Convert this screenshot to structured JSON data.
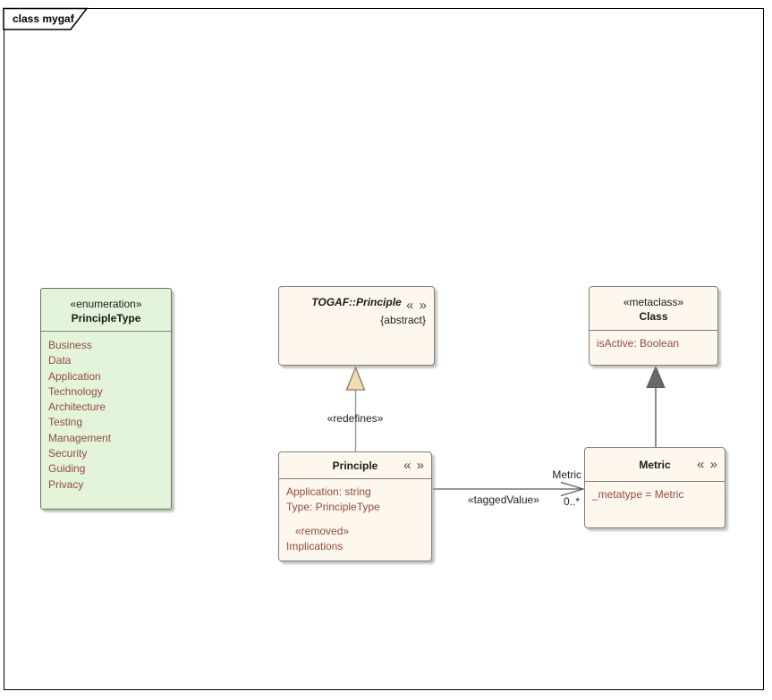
{
  "frame": {
    "title": "class mygaf"
  },
  "enumeration": {
    "stereotype": "«enumeration»",
    "name": "PrincipleType",
    "values": [
      "Business",
      "Data",
      "Application",
      "Technology",
      "Architecture",
      "Testing",
      "Management",
      "Security",
      "Guiding",
      "Privacy"
    ]
  },
  "togaf_principle": {
    "name": "TOGAF::Principle",
    "constraint": "{abstract}",
    "expander": "« »"
  },
  "principle": {
    "name": "Principle",
    "expander": "« »",
    "attributes": [
      "Application: string",
      "Type: PrincipleType"
    ],
    "tagged_stereotype": "«removed»",
    "tagged_value": "Implications"
  },
  "metaclass": {
    "stereotype": "«metaclass»",
    "name": "Class",
    "attributes": [
      "isActive: Boolean"
    ]
  },
  "metric": {
    "name": "Metric",
    "expander": "« »",
    "attributes": [
      "_metatype = Metric"
    ]
  },
  "connectors": {
    "redefines": {
      "label": "«redefines»"
    },
    "tagged_value_assoc": {
      "label": "«taggedValue»",
      "target_role": "Metric",
      "multiplicity": "0..*"
    }
  },
  "colors": {
    "enum_fill": "#e3f4da",
    "enum_border": "#5e7a5a",
    "class_fill": "#fdf7ee",
    "class_border": "#7f7f7f",
    "attribute_text": "#944a3f",
    "redefines_arrow_fill": "#f1dcb2",
    "generalization_arrow_fill": "#696969",
    "frame_border": "#000000"
  }
}
